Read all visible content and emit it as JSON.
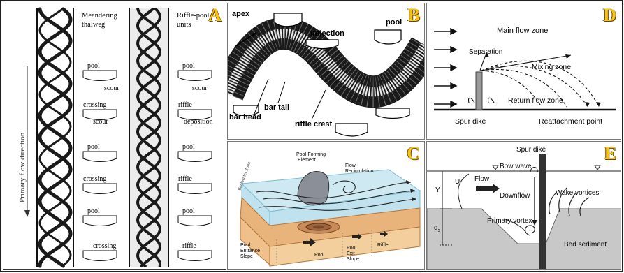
{
  "panels": {
    "A": {
      "letter": "A",
      "axis_label": "Primary flow direction",
      "left_title": [
        "Meandering",
        "thalweg"
      ],
      "right_title": [
        "Riffle-pool",
        "units"
      ],
      "left_labels": [
        "pool",
        "scour",
        "crossing",
        "scour",
        "pool",
        "crossing",
        "pool",
        "crossing"
      ],
      "right_labels": [
        "pool",
        "scour",
        "riffle",
        "deposition",
        "pool",
        "riffle",
        "pool",
        "riffle"
      ]
    },
    "B": {
      "letter": "B",
      "labels": {
        "apex": "apex",
        "inflection": "inflection",
        "pool": "pool",
        "bar_head": "bar head",
        "bar_tail": "bar tail",
        "riffle_crest": "riffle crest"
      }
    },
    "C": {
      "letter": "C",
      "labels": {
        "pool_forming": [
          "Pool-Forming",
          "Element"
        ],
        "flow_recirc": [
          "Flow",
          "Recirculation"
        ],
        "backwater": "Backwater Zone",
        "entrance": [
          "Pool",
          "Entrance",
          "Slope"
        ],
        "pool": "Pool",
        "exit": [
          "Pool",
          "Exit",
          "Slope"
        ],
        "riffle": "Riffle"
      }
    },
    "D": {
      "letter": "D",
      "labels": {
        "main": "Main flow zone",
        "separation": "Separation",
        "mixing": "Mixing zone",
        "return": "Return flow zone",
        "spur": "Spur dike",
        "reattach": "Reattachment point"
      }
    },
    "E": {
      "letter": "E",
      "labels": {
        "spur": "Spur dike",
        "bow": "Bow wave",
        "flow": "Flow",
        "downflow": "Downflow",
        "wake": "Wake vortices",
        "primary": "Primary vortex",
        "bed": "Bed sediment",
        "y": "Y",
        "u": "U",
        "ds": "d",
        "ds_sub": "s"
      }
    }
  },
  "colors": {
    "letter_fill": "#f6c21a",
    "water_blue": "#cfe9f2",
    "sediment_orange": "#f0c08a",
    "bed_gray": "#c8c8c8"
  }
}
